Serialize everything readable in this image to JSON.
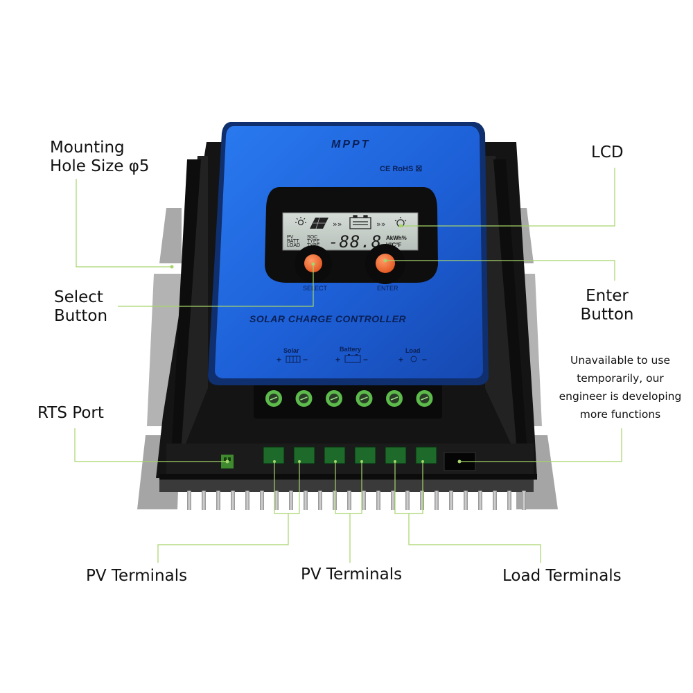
{
  "device": {
    "brand": "MPPT",
    "certifications": "CE RoHS ☒",
    "product_name": "SOLAR CHARGE CONTROLLER",
    "lcd": {
      "labels_col1": [
        "PV",
        "BATT.",
        "LOAD"
      ],
      "labels_col2": [
        "SOC",
        "TYPE",
        "TYPE"
      ],
      "digits": "-88.8",
      "units_top": "AkWh%",
      "units_bottom": "V°C°F"
    },
    "buttons": {
      "select_label": "SELECT",
      "enter_label": "ENTER"
    },
    "terminal_groups": {
      "solar": "Solar",
      "battery": "Battery",
      "load": "Load",
      "plus": "+",
      "minus": "−"
    },
    "colors": {
      "panel_blue": "#1d63d8",
      "housing": "#151515",
      "button_orange": "#f26a32",
      "callout_line": "#a6d46a"
    }
  },
  "callouts": {
    "mounting_hole": [
      "Mounting",
      "Hole Size φ5"
    ],
    "lcd": "LCD",
    "select_button": [
      "Select",
      "Button"
    ],
    "enter_button": [
      "Enter",
      "Button"
    ],
    "rts_port": "RTS Port",
    "unavailable": [
      "Unavailable to use",
      "temporarily, our",
      "engineer is developing",
      "more functions"
    ],
    "pv_terminals_left": "PV Terminals",
    "pv_terminals_center": "PV Terminals",
    "load_terminals": "Load Terminals"
  }
}
